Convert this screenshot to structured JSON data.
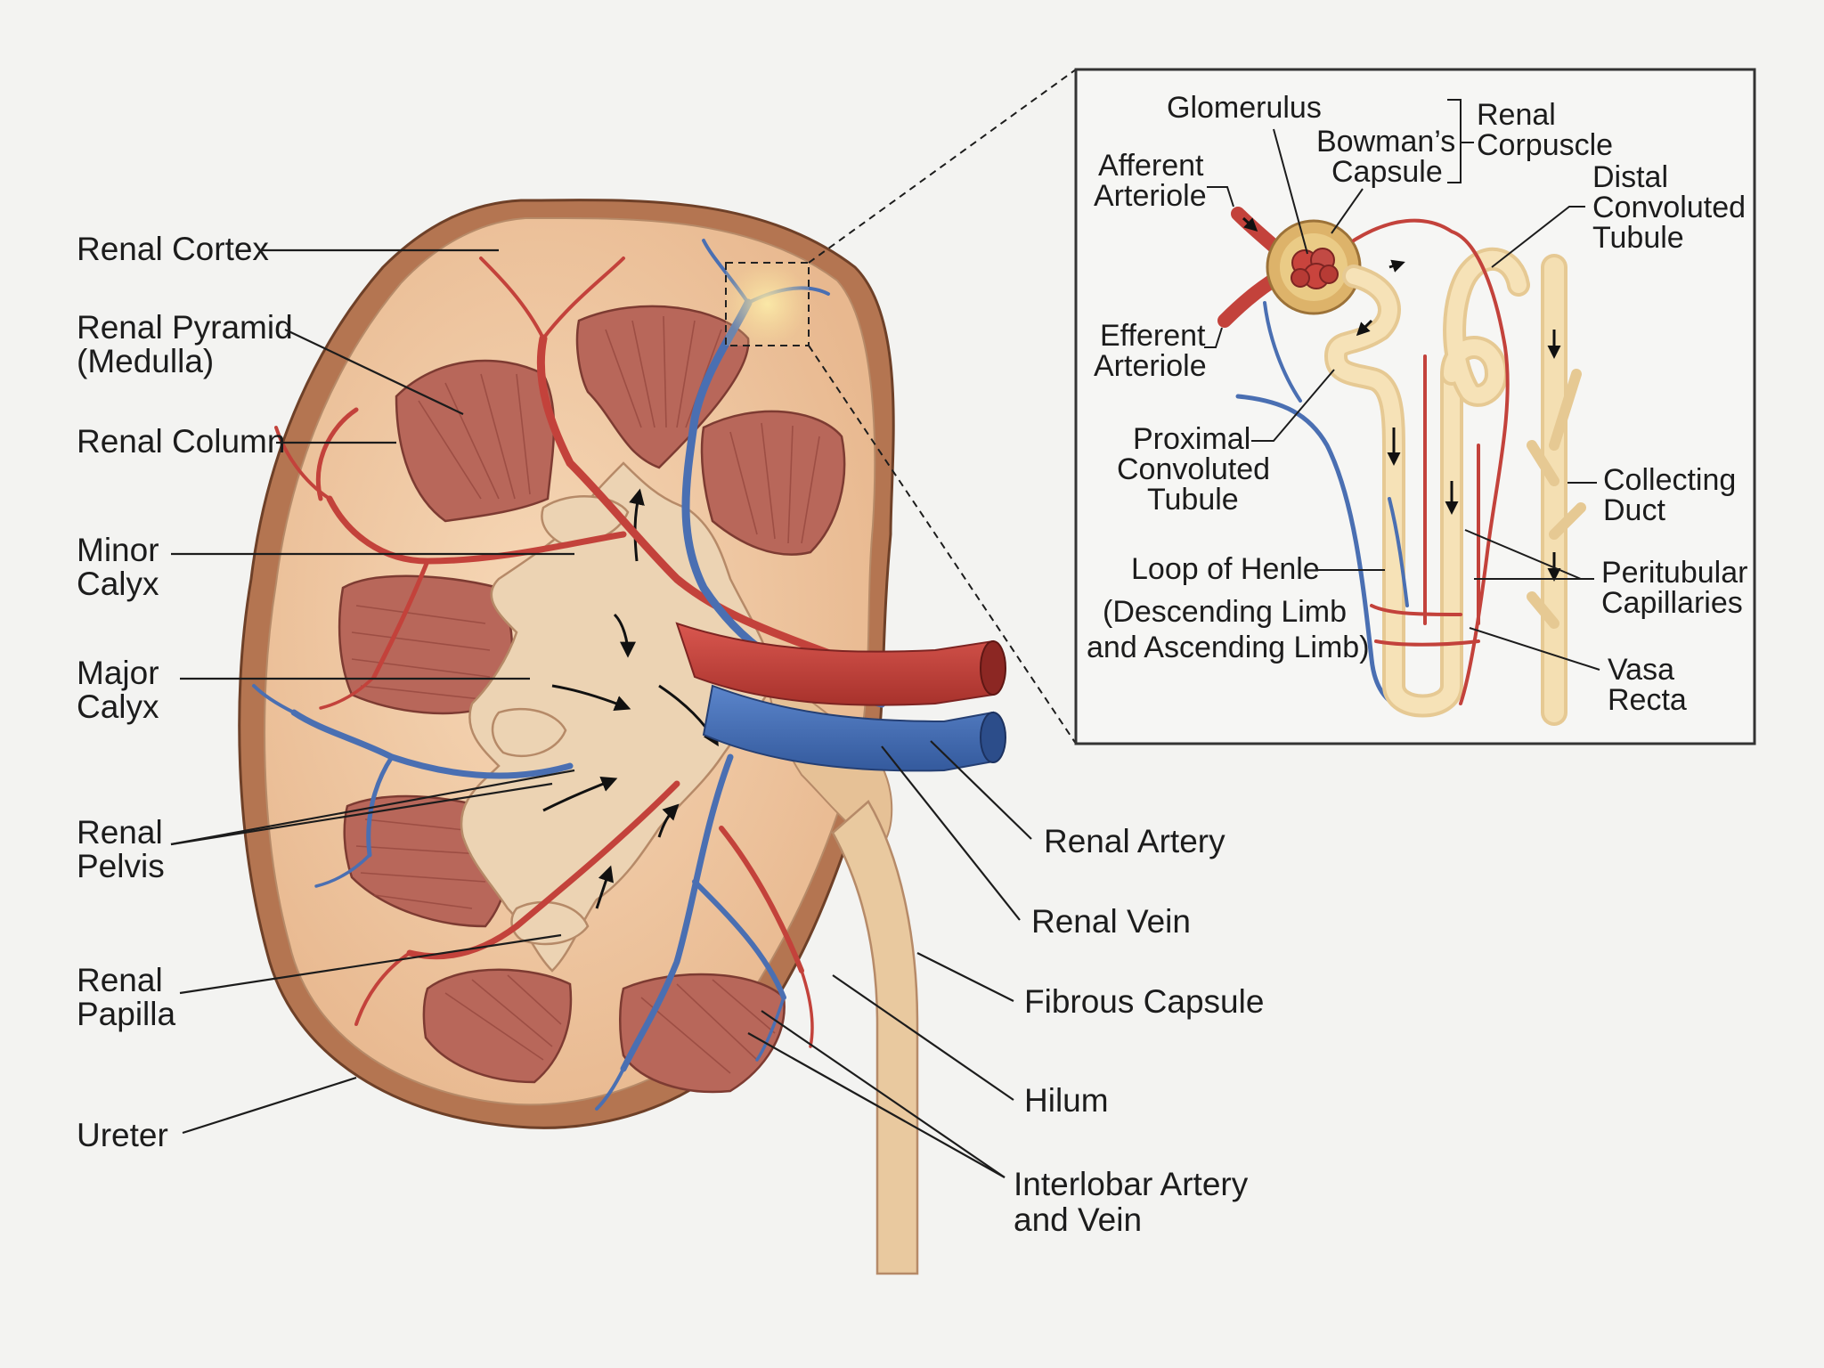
{
  "labels_left": {
    "renal_cortex": "Renal Cortex",
    "renal_pyramid_1": "Renal Pyramid",
    "renal_pyramid_2": "(Medulla)",
    "renal_column": "Renal Column",
    "minor_calyx_1": "Minor",
    "minor_calyx_2": "Calyx",
    "major_calyx_1": "Major",
    "major_calyx_2": "Calyx",
    "renal_pelvis_1": "Renal",
    "renal_pelvis_2": "Pelvis",
    "renal_papilla_1": "Renal",
    "renal_papilla_2": "Papilla",
    "ureter": "Ureter"
  },
  "labels_right": {
    "renal_artery": "Renal Artery",
    "renal_vein": "Renal Vein",
    "fibrous_capsule": "Fibrous Capsule",
    "hilum": "Hilum",
    "interlobar_1": "Interlobar Artery",
    "interlobar_2": "and Vein"
  },
  "inset_labels": {
    "glomerulus": "Glomerulus",
    "bowmans_1": "Bowman’s",
    "bowmans_2": "Capsule",
    "renal_corpuscle_1": "Renal",
    "renal_corpuscle_2": "Corpuscle",
    "afferent_1": "Afferent",
    "afferent_2": "Arteriole",
    "efferent_1": "Efferent",
    "efferent_2": "Arteriole",
    "distal_1": "Distal",
    "distal_2": "Convoluted",
    "distal_3": "Tubule",
    "proximal_1": "Proximal",
    "proximal_2": "Convoluted",
    "proximal_3": "Tubule",
    "loop_1": "Loop of Henle",
    "loop_2": "(Descending Limb",
    "loop_3": "and Ascending Limb)",
    "collecting_1": "Collecting",
    "collecting_2": "Duct",
    "peritubular_1": "Peritubular",
    "peritubular_2": "Capillaries",
    "vasa_1": "Vasa",
    "vasa_2": "Recta"
  },
  "colors": {
    "background": "#f3f3f1",
    "capsule": "#b47551",
    "cortex": "#f0c9a4",
    "pyramid": "#b8675a",
    "artery": "#c9443d",
    "vein": "#4a72b8",
    "tubule": "#f1d8a6"
  }
}
